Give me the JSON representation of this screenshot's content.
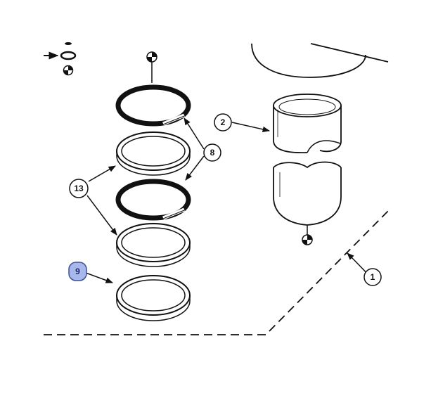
{
  "callouts": {
    "c1": "1",
    "c2": "2",
    "c8": "8",
    "c9": "9",
    "c13": "13"
  },
  "colors": {
    "line": "#111111",
    "highlight_fill": "#a9b8ea",
    "highlight_stroke": "#3b4fa0"
  }
}
